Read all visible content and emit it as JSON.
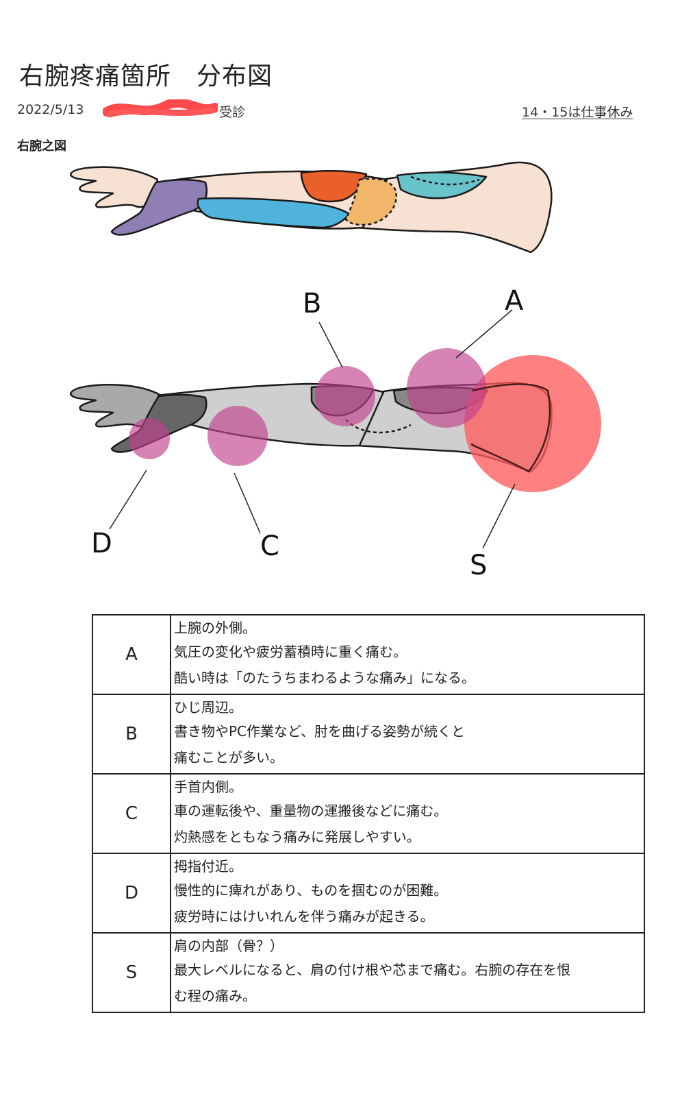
{
  "header": {
    "title": "右腕疼痛箇所　分布図",
    "date": "2022/5/13",
    "visit_suffix": "受診",
    "note": "14・15は仕事休み",
    "figure_label": "右腕之図"
  },
  "diagram": {
    "labels": {
      "A": "A",
      "B": "B",
      "C": "C",
      "D": "D",
      "S": "S"
    },
    "colors": {
      "skin": "#f7e1d3",
      "purple": "#8f7fb4",
      "blue": "#4fb3dc",
      "orange": "#e9602a",
      "light_orange": "#f2b66a",
      "teal": "#69c3cb",
      "gray_light": "#cfcfcf",
      "gray_mid": "#a9a9a9",
      "gray_dark": "#666666",
      "pain_pink": "#c2408f",
      "pain_red": "#ff5c5c"
    }
  },
  "table": {
    "rows": [
      {
        "key": "A",
        "lines": [
          "上腕の外側。",
          "気圧の変化や疲労蓄積時に重く痛む。",
          "酷い時は「のたうちまわるような痛み」になる。"
        ]
      },
      {
        "key": "B",
        "lines": [
          "ひじ周辺。",
          "書き物やPC作業など、肘を曲げる姿勢が続くと",
          "痛むことが多い。"
        ]
      },
      {
        "key": "C",
        "lines": [
          "手首内側。",
          "車の運転後や、重量物の運搬後などに痛む。",
          "灼熱感をともなう痛みに発展しやすい。"
        ]
      },
      {
        "key": "D",
        "lines": [
          "拇指付近。",
          "慢性的に痺れがあり、ものを掴むのが困難。",
          "疲労時にはけいれんを伴う痛みが起きる。"
        ]
      },
      {
        "key": "S",
        "lines": [
          "肩の内部（骨？）",
          "最大レベルになると、肩の付け根や芯まで痛む。右腕の存在を恨",
          "む程の痛み。"
        ]
      }
    ]
  }
}
